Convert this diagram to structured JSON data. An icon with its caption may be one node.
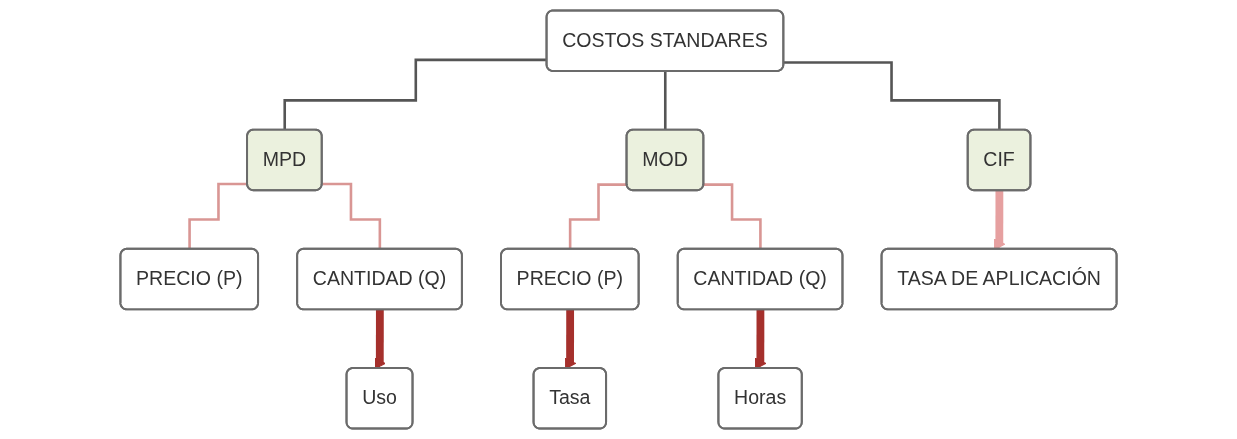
{
  "diagram": {
    "nodes": [
      {
        "text": [
          "COSTOS STANDARES"
        ]
      },
      {
        "text": [
          "MPD"
        ]
      },
      {
        "text": [
          "MOD"
        ]
      },
      {
        "text": [
          "CIF"
        ]
      },
      {
        "text": [
          "PRECIO (P)"
        ]
      },
      {
        "text": [
          "CANTIDAD (Q)"
        ]
      },
      {
        "text": [
          "PRECIO (P)"
        ]
      },
      {
        "text": [
          "CANTIDAD (Q)"
        ]
      },
      {
        "text": [
          "TASA DE APLICACIÓN"
        ]
      },
      {
        "text": [
          "Uso"
        ]
      },
      {
        "text": [
          "Tasa"
        ]
      },
      {
        "text": [
          "Horas"
        ]
      }
    ],
    "edges": [
      {
        "from": 0,
        "to": 1,
        "arrow": "none",
        "color": "#555555"
      },
      {
        "from": 0,
        "to": 2,
        "arrow": "none",
        "color": "#555555"
      },
      {
        "from": 0,
        "to": 3,
        "arrow": "none",
        "color": "#555555"
      },
      {
        "from": 1,
        "to": 4,
        "arrow": "none",
        "color": "#d99694"
      },
      {
        "from": 1,
        "to": 5,
        "arrow": "none",
        "color": "#d99694"
      },
      {
        "from": 2,
        "to": 6,
        "arrow": "none",
        "color": "#d99694"
      },
      {
        "from": 2,
        "to": 7,
        "arrow": "none",
        "color": "#d99694"
      },
      {
        "from": 3,
        "to": 8,
        "arrow": "to",
        "style": "thick",
        "color": "#e6a0a0"
      },
      {
        "from": 5,
        "to": 9,
        "arrow": "to",
        "style": "thick",
        "color": "#a5302c"
      },
      {
        "from": 6,
        "to": 10,
        "arrow": "to",
        "style": "thick",
        "color": "#a5302c"
      },
      {
        "from": 7,
        "to": 11,
        "arrow": "to",
        "style": "thick",
        "color": "#a5302c"
      }
    ]
  }
}
